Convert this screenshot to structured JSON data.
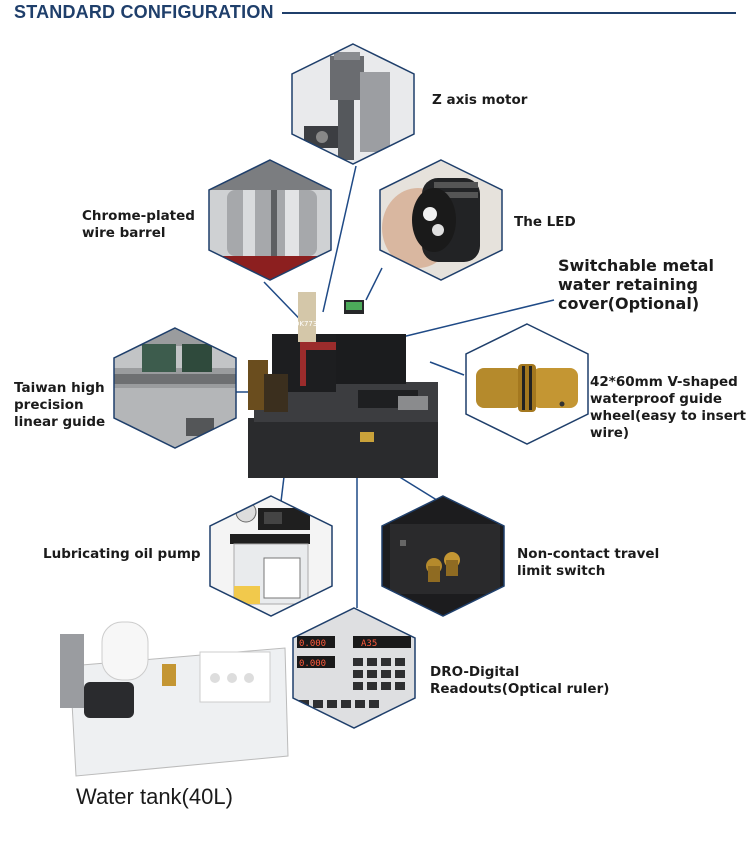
{
  "header": {
    "title": "STANDARD CONFIGURATION"
  },
  "machine": {
    "model_label": "DK7732"
  },
  "features": {
    "z_motor": "Z axis motor",
    "chrome_barrel": "Chrome-plated\nwire barrel",
    "led": "The LED",
    "cover": "Switchable metal\nwater retaining\ncover(Optional)",
    "linear_guide": "Taiwan high\nprecision\nlinear guide",
    "guide_wheel": "42*60mm V-shaped\nwaterproof guide\nwheel(easy to insert\nwire)",
    "oil_pump": "Lubricating oil pump",
    "limit_switch": "Non-contact travel\nlimit switch",
    "dro": "DRO-Digital\nReadouts(Optical ruler)",
    "water_tank": "Water tank(40L)"
  },
  "dro_display": {
    "row1": "0.000",
    "row2": "0.000",
    "row3": "A35"
  },
  "colors": {
    "accent": "#1f3f6b",
    "connector": "#1f4a86"
  },
  "icons": [
    "z-motor-photo",
    "wire-barrel-photo",
    "led-photo",
    "linear-guide-photo",
    "guide-wheel-photo",
    "oil-pump-photo",
    "limit-switch-photo",
    "dro-photo",
    "machine-photo",
    "water-tank-photo"
  ]
}
